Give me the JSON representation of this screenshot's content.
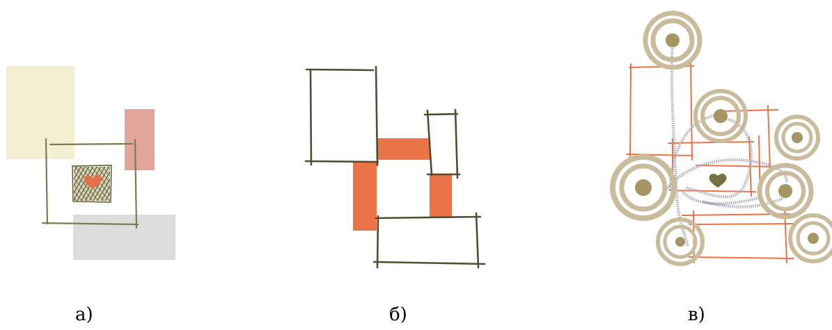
{
  "captions": {
    "a": "а)",
    "b": "б)",
    "c": "в)"
  },
  "colors": {
    "ink": "#4f4f2e",
    "beige": "#f4efd3",
    "rose": "#e2a59c",
    "grey": "#dcdcdc",
    "orange": "#ea7447",
    "heart_a": "#e2704a",
    "tan_ring": "#c8bc9c",
    "tan_dot": "#a69664",
    "heart_c": "#757141",
    "path": "#a9a9b7"
  }
}
